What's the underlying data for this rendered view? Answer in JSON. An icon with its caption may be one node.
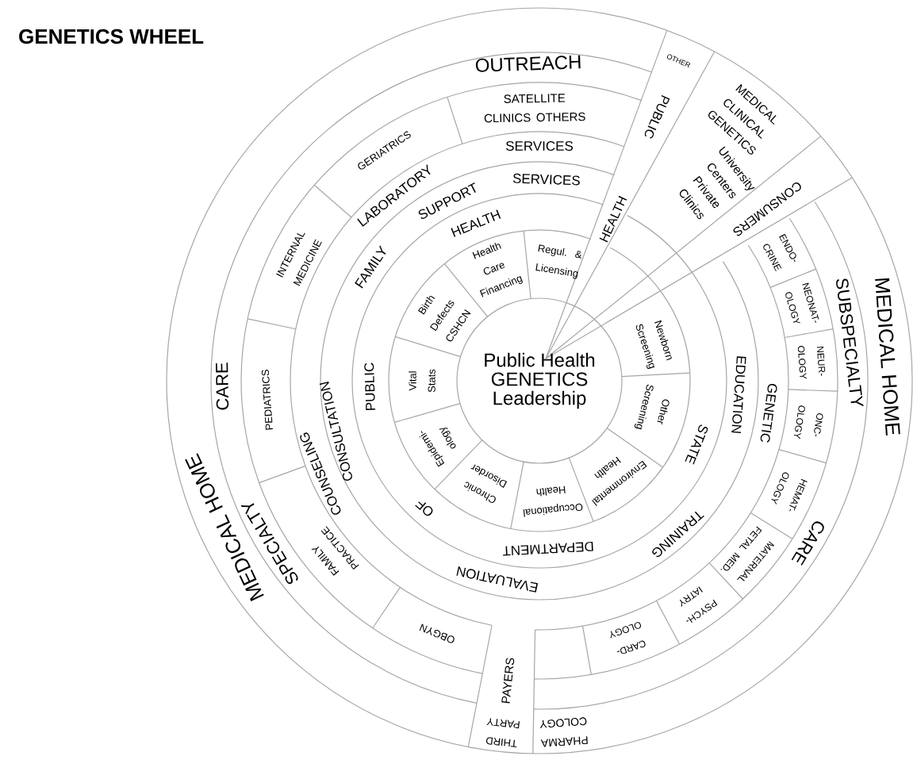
{
  "diagram": {
    "title": "GENETICS WHEEL",
    "nodes": [
      {
        "text": [
          "Public Health GENETICS Leadership"
        ]
      },
      {
        "text": [
          "Birth Defects CSHCN"
        ]
      },
      {
        "text": [
          "Health Care Financing"
        ]
      },
      {
        "text": [
          "Regul. & Licensing"
        ]
      },
      {
        "text": [
          "Newborn Screening"
        ]
      },
      {
        "text": [
          "Other Screening"
        ]
      },
      {
        "text": [
          "Environmental Health"
        ]
      },
      {
        "text": [
          "Occupational Health"
        ]
      },
      {
        "text": [
          "Chronic Disorder"
        ]
      },
      {
        "text": [
          "Epidemi-ology"
        ]
      },
      {
        "text": [
          "Vital Stats"
        ]
      },
      {
        "text": [
          "SATELLITE CLINICS OTHERS"
        ]
      },
      {
        "text": [
          "GERIATRICS"
        ]
      },
      {
        "text": [
          "INTERNAL MEDICINE"
        ]
      },
      {
        "text": [
          "PEDIATRICS"
        ]
      },
      {
        "text": [
          "FAMILY PRACTICE"
        ]
      },
      {
        "text": [
          "OBGYN"
        ]
      },
      {
        "text": [
          "CARD-OLOGY"
        ]
      },
      {
        "text": [
          "PSYCH-IATRY"
        ]
      },
      {
        "text": [
          "MATERNAL FETAL MED."
        ]
      },
      {
        "text": [
          "HEMAT-OLOGY"
        ]
      },
      {
        "text": [
          "ONC-OLOGY"
        ]
      },
      {
        "text": [
          "NEUR-OLOGY"
        ]
      },
      {
        "text": [
          "NEONAT-OLOGY"
        ]
      },
      {
        "text": [
          "ENDO-CRINE"
        ]
      },
      {
        "text": [
          "University Centers Private Clinics"
        ]
      },
      {
        "text": [
          "MEDICAL CLINICAL GENETICS"
        ]
      },
      {
        "text": [
          "THIRD PARTY",
          "PAYERS"
        ]
      },
      {
        "text": [
          "PHARMA COLOGY"
        ]
      },
      {
        "text": [
          "OTHER",
          "PUBLIC",
          "HEALTH"
        ]
      },
      {
        "text": [
          "CONSUMERS"
        ]
      }
    ],
    "labels": [
      "OUTREACH",
      "SERVICES",
      "LABORATORY",
      "SERVICES",
      "SUPPORT",
      "FAMILY",
      "HEALTH",
      "PUBLIC",
      "CONSULTATION",
      "COUNSELING",
      "OF",
      "DEPARTMENT",
      "EVALUATION",
      "TRAINING",
      "STATE",
      "EDUCATION",
      "GENETIC",
      "SUBSPECIALTY",
      "CARE",
      "MEDICAL HOME",
      "CARE",
      "SPECIALTY",
      "MEDICAL HOME"
    ]
  }
}
